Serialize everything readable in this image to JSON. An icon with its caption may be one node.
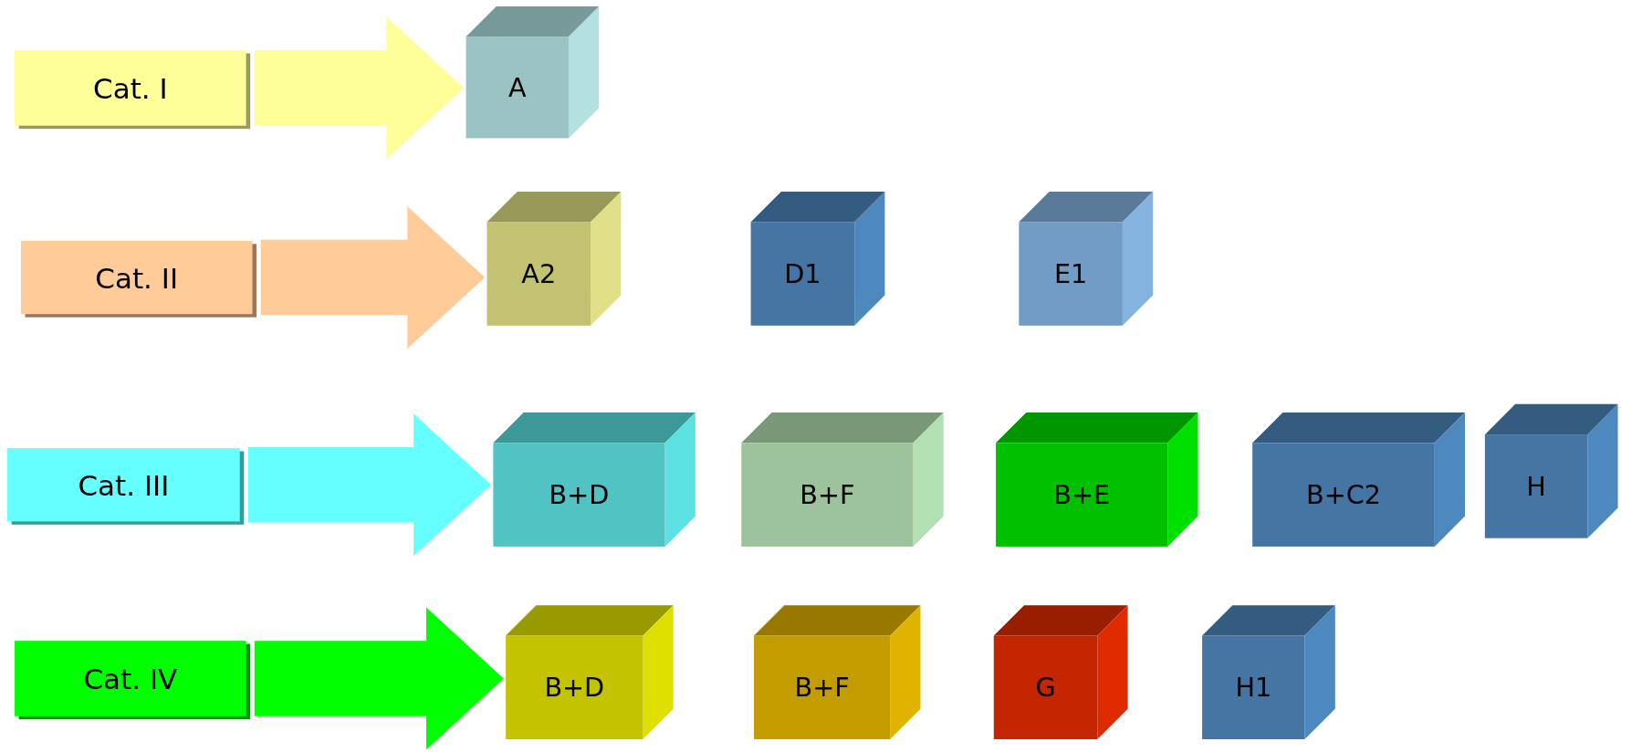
{
  "diagram": {
    "nodes": [
      {
        "text": [
          "Cat. I"
        ]
      },
      {
        "text": [
          "A"
        ]
      },
      {
        "text": [
          "Cat. II"
        ]
      },
      {
        "text": [
          "A2"
        ]
      },
      {
        "text": [
          "D1"
        ]
      },
      {
        "text": [
          "E1"
        ]
      },
      {
        "text": [
          "Cat. III"
        ]
      },
      {
        "text": [
          "B+D"
        ]
      },
      {
        "text": [
          "B+F"
        ]
      },
      {
        "text": [
          "B+E"
        ]
      },
      {
        "text": [
          "B+C2"
        ]
      },
      {
        "text": [
          "H"
        ]
      },
      {
        "text": [
          "Cat. IV"
        ]
      },
      {
        "text": [
          "B+D"
        ]
      },
      {
        "text": [
          "B+F"
        ]
      },
      {
        "text": [
          "G"
        ]
      },
      {
        "text": [
          "H1"
        ]
      }
    ],
    "edges": [
      {
        "from": 0,
        "to": 1,
        "arrow": "to",
        "color": "#ffff99"
      },
      {
        "from": 2,
        "to": 3,
        "arrow": "to",
        "color": "#ffcc99"
      },
      {
        "from": 6,
        "to": 7,
        "arrow": "to",
        "color": "#66ffff"
      },
      {
        "from": 12,
        "to": 13,
        "arrow": "to",
        "color": "#00ff00"
      }
    ]
  }
}
